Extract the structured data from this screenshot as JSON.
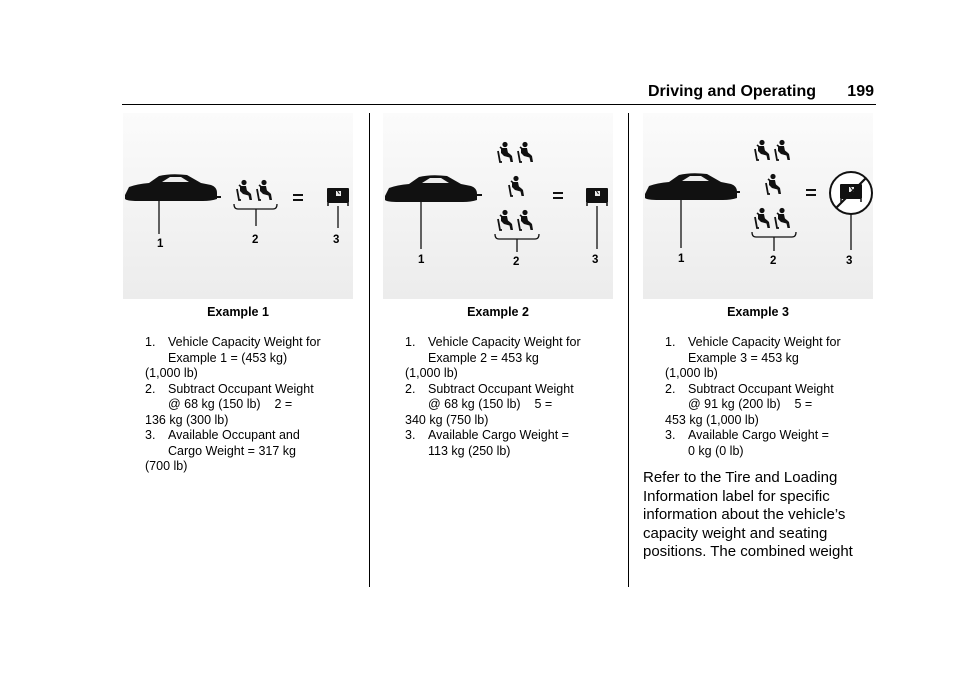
{
  "header": {
    "section_title": "Driving and Operating",
    "page_number": "199"
  },
  "examples": [
    {
      "caption": "Example 1",
      "callouts": [
        "1",
        "2",
        "3"
      ],
      "steps": [
        {
          "num": "1.",
          "line1": "Vehicle Capacity Weight for",
          "line2": "Example 1 = (453 kg)",
          "line3": "(1,000 lb)"
        },
        {
          "num": "2.",
          "line1": "Subtract Occupant Weight",
          "line2": "@ 68 kg (150 lb)    2 =",
          "line3": "136 kg (300 lb)"
        },
        {
          "num": "3.",
          "line1": "Available Occupant and",
          "line2": "Cargo Weight = 317 kg",
          "line3": "(700 lb)"
        }
      ]
    },
    {
      "caption": "Example 2",
      "callouts": [
        "1",
        "2",
        "3"
      ],
      "steps": [
        {
          "num": "1.",
          "line1": "Vehicle Capacity Weight for",
          "line2": "Example 2 = 453 kg",
          "line3": "(1,000 lb)"
        },
        {
          "num": "2.",
          "line1": "Subtract Occupant Weight",
          "line2": "@ 68 kg (150 lb)    5 =",
          "line3": "340 kg (750 lb)"
        },
        {
          "num": "3.",
          "line1": "Available Cargo Weight =",
          "line2": "113 kg (250 lb)",
          "line3": ""
        }
      ]
    },
    {
      "caption": "Example 3",
      "callouts": [
        "1",
        "2",
        "3"
      ],
      "steps": [
        {
          "num": "1.",
          "line1": "Vehicle Capacity Weight for",
          "line2": "Example 3 = 453 kg",
          "line3": "(1,000 lb)"
        },
        {
          "num": "2.",
          "line1": "Subtract Occupant Weight",
          "line2": "@ 91 kg (200 lb)    5 =",
          "line3": "453 kg (1,000 lb)"
        },
        {
          "num": "3.",
          "line1": "Available Cargo Weight =",
          "line2": "0 kg (0 lb)",
          "line3": ""
        }
      ]
    }
  ],
  "body_text": "Refer to the Tire and Loading Information label for specific information about the vehicle’s capacity weight and seating positions. The combined weight",
  "icons": {
    "vehicle": "car-icon",
    "occupant": "seated-occupant-icon",
    "cargo": "cargo-box-icon",
    "no_cargo": "no-cargo-icon"
  }
}
